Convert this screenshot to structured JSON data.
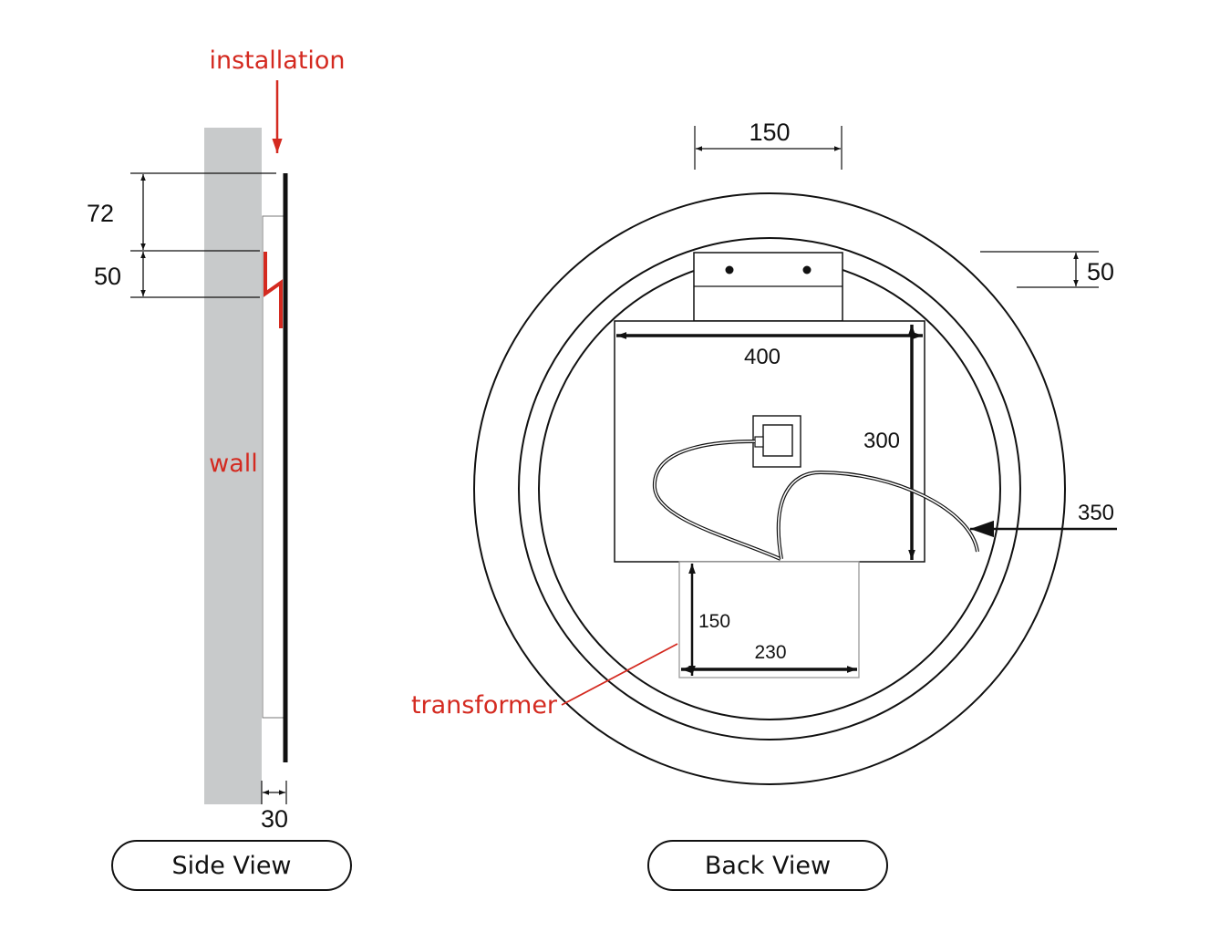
{
  "colors": {
    "line": "#111111",
    "accent": "#d42a20",
    "wall": "#c8cacb"
  },
  "side_view": {
    "title": "Side View",
    "label_installation": "installation",
    "label_wall": "wall",
    "dim_top": "72",
    "dim_bracket": "50",
    "dim_depth": "30"
  },
  "back_view": {
    "title": "Back View",
    "label_transformer": "transformer",
    "dim_bracket_width": "150",
    "dim_frame_width": "400",
    "dim_frame_height": "300",
    "dim_ring": "50",
    "dim_radius": "350",
    "dim_transformer_height": "150",
    "dim_transformer_width": "230"
  }
}
